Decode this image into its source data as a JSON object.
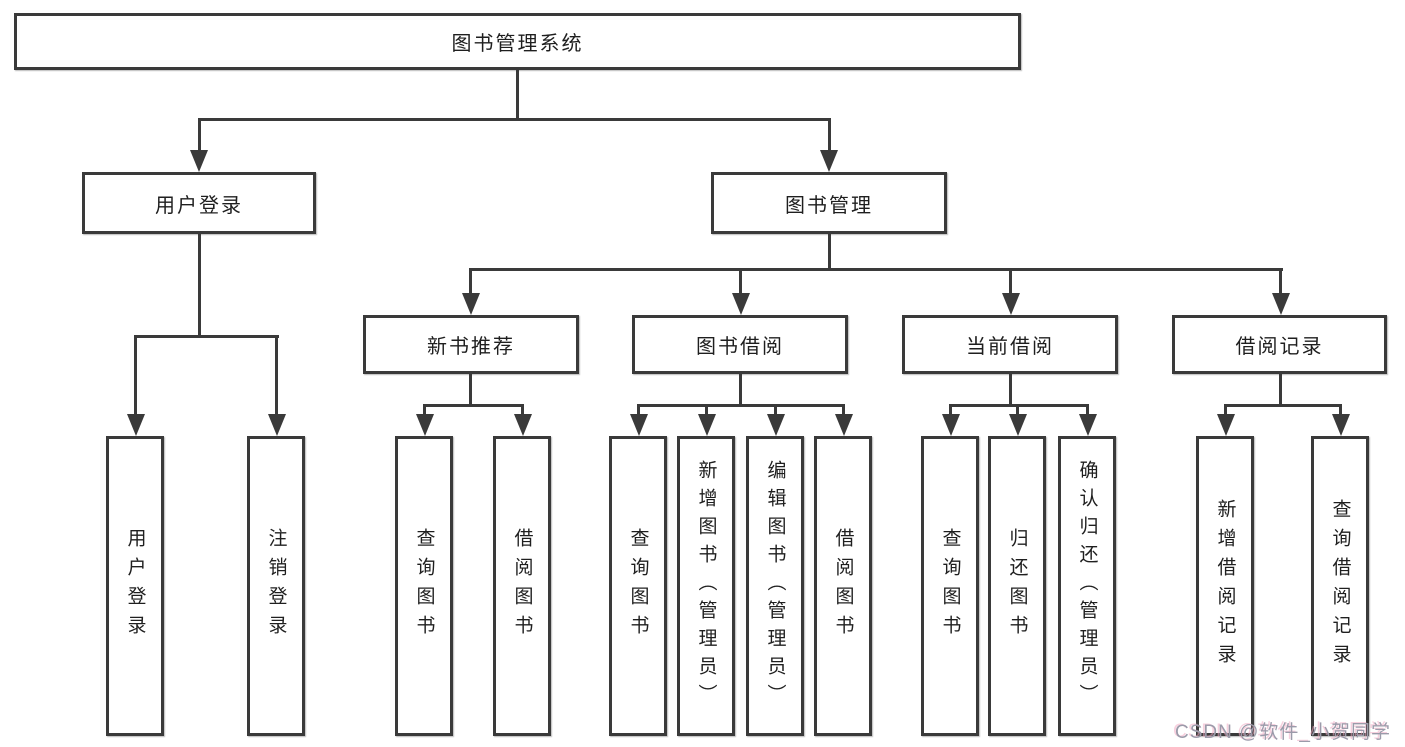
{
  "diagram": {
    "root": "图书管理系统",
    "branches": [
      {
        "label": "用户登录",
        "children": [
          "用户登录",
          "注销登录"
        ]
      },
      {
        "label": "图书管理",
        "sections": [
          {
            "label": "新书推荐",
            "children": [
              "查询图书",
              "借阅图书"
            ]
          },
          {
            "label": "图书借阅",
            "children": [
              "查询图书",
              "新增图书（管理员）",
              "编辑图书（管理员）",
              "借阅图书"
            ]
          },
          {
            "label": "当前借阅",
            "children": [
              "查询图书",
              "归还图书",
              "确认归还（管理员）"
            ]
          },
          {
            "label": "借阅记录",
            "children": [
              "新增借阅记录",
              "查询借阅记录"
            ]
          }
        ]
      }
    ]
  },
  "watermark": "CSDN @软件_小贺同学",
  "colors": {
    "line": "#3a3a3a",
    "box_border": "#3a3a3a",
    "text": "#1f1f1f",
    "background": "#ffffff",
    "watermark": "#9b9baa"
  }
}
